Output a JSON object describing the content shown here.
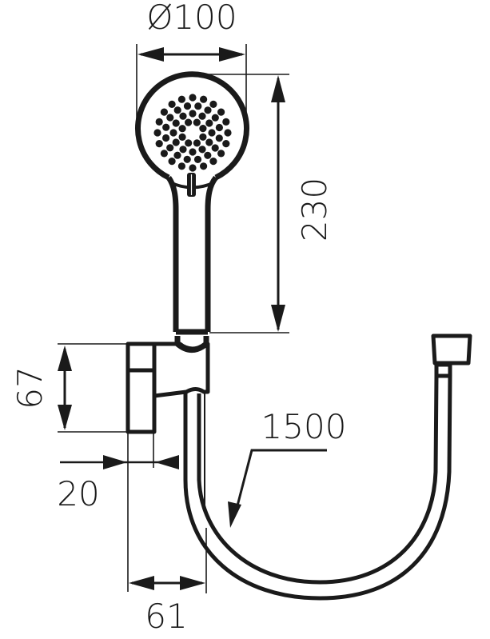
{
  "drawing": {
    "subject": "Hand shower with wall holder and hose",
    "colors": {
      "line": "#1a1a1a",
      "background": "#ffffff"
    },
    "dimensions": {
      "head_diameter": {
        "label": "Ø100",
        "value": 100,
        "unit": "mm"
      },
      "shower_length": {
        "label": "230",
        "value": 230,
        "unit": "mm"
      },
      "holder_height": {
        "label": "67",
        "value": 67,
        "unit": "mm"
      },
      "holder_depth": {
        "label": "20",
        "value": 20,
        "unit": "mm"
      },
      "holder_projection": {
        "label": "61",
        "value": 61,
        "unit": "mm"
      },
      "hose_length": {
        "label": "1500",
        "value": 1500,
        "unit": "mm"
      }
    }
  }
}
